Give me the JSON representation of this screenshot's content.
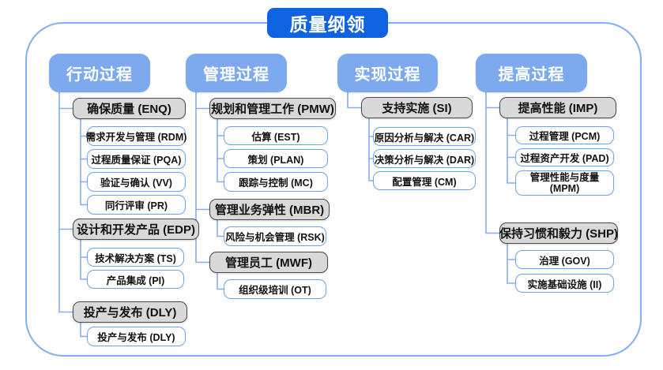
{
  "d": {
    "title": "质量纲领",
    "columns": [
      {
        "header": "行动过程",
        "groups": [
          {
            "parent": "确保质量 (ENQ)",
            "children": [
              "需求开发与管理 (RDM)",
              "过程质量保证 (PQA)",
              "验证与确认 (VV)",
              "同行评审 (PR)"
            ]
          },
          {
            "parent": "设计和开发产品 (EDP)",
            "children": [
              "技术解决方案 (TS)",
              "产品集成 (PI)"
            ]
          },
          {
            "parent": "投产与发布 (DLY)",
            "children": [
              "投产与发布 (DLY)"
            ]
          }
        ]
      },
      {
        "header": "管理过程",
        "groups": [
          {
            "parent": "规划和管理工作 (PMW)",
            "children": [
              "估算 (EST)",
              "策划 (PLAN)",
              "跟踪与控制 (MC)"
            ]
          },
          {
            "parent": "管理业务弹性 (MBR)",
            "children": [
              "风险与机会管理 (RSK)"
            ]
          },
          {
            "parent": "管理员工 (MWF)",
            "children": [
              "组织级培训 (OT)"
            ]
          }
        ]
      },
      {
        "header": "实现过程",
        "groups": [
          {
            "parent": "支持实施 (SI)",
            "children": [
              "原因分析与解决 (CAR)",
              "决策分析与解决 (DAR)",
              "配置管理 (CM)"
            ]
          }
        ]
      },
      {
        "header": "提高过程",
        "groups": [
          {
            "parent": "提高性能 (IMP)",
            "children": [
              "过程管理 (PCM)",
              "过程资产开发 (PAD)",
              "管理性能与度量 (MPM)"
            ]
          },
          {
            "parent": "保持习惯和毅力 (SHP)",
            "children": [
              "治理 (GOV)",
              "实施基础设施 (II)"
            ]
          }
        ]
      }
    ],
    "colors": {
      "title_bg": "#0F62E0",
      "header_bg": "#7DA9EF",
      "parent_fill": "#D9D9D9",
      "parent_border": "#4A4A4A",
      "child_border": "#6BA5E9",
      "connector": "#86ADEA",
      "frame_border": "#7FB0F5"
    }
  }
}
